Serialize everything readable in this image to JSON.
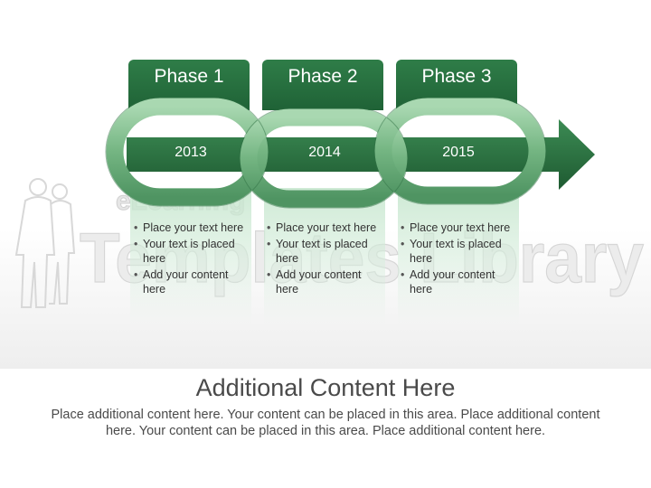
{
  "phases": [
    {
      "title": "Phase 1",
      "year": "2013",
      "bullets": [
        "Place your text here",
        "Your text is placed here",
        "Add your content here"
      ]
    },
    {
      "title": "Phase 2",
      "year": "2014",
      "bullets": [
        "Place your text here",
        "Your text is placed here",
        "Add your content here"
      ]
    },
    {
      "title": "Phase 3",
      "year": "2015",
      "bullets": [
        "Place your text here",
        "Your text is placed here",
        "Add your content here"
      ]
    }
  ],
  "watermark": {
    "line1": "eLearning",
    "line2": "Templates Library"
  },
  "footer": {
    "title": "Additional Content Here",
    "text": "Place additional content here. Your content can be placed in this area. Place additional content here. Your content can be placed in this area. Place additional content here."
  },
  "colors": {
    "primary_green": "#2b7342",
    "dark_green": "#1f5d33",
    "chain_green": "#7fbf8a",
    "panel_green": "#cfe9d5"
  }
}
